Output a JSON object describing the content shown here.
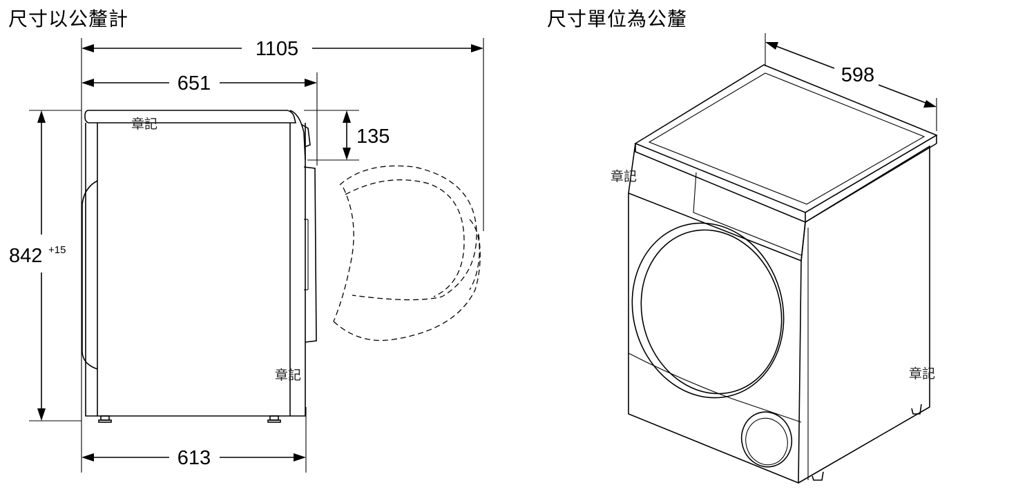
{
  "titles": {
    "left": "尺寸以公釐計",
    "right": "尺寸單位為公釐"
  },
  "dimensions": {
    "overall_depth_door_open": "1105",
    "depth_with_door": "651",
    "control_panel_projection": "135",
    "height": "842",
    "height_tolerance": "+15",
    "body_depth": "613",
    "width": "598"
  },
  "watermarks": {
    "side_top": "章記",
    "side_bottom": "章記",
    "iso_left": "章記",
    "iso_right": "章記"
  }
}
